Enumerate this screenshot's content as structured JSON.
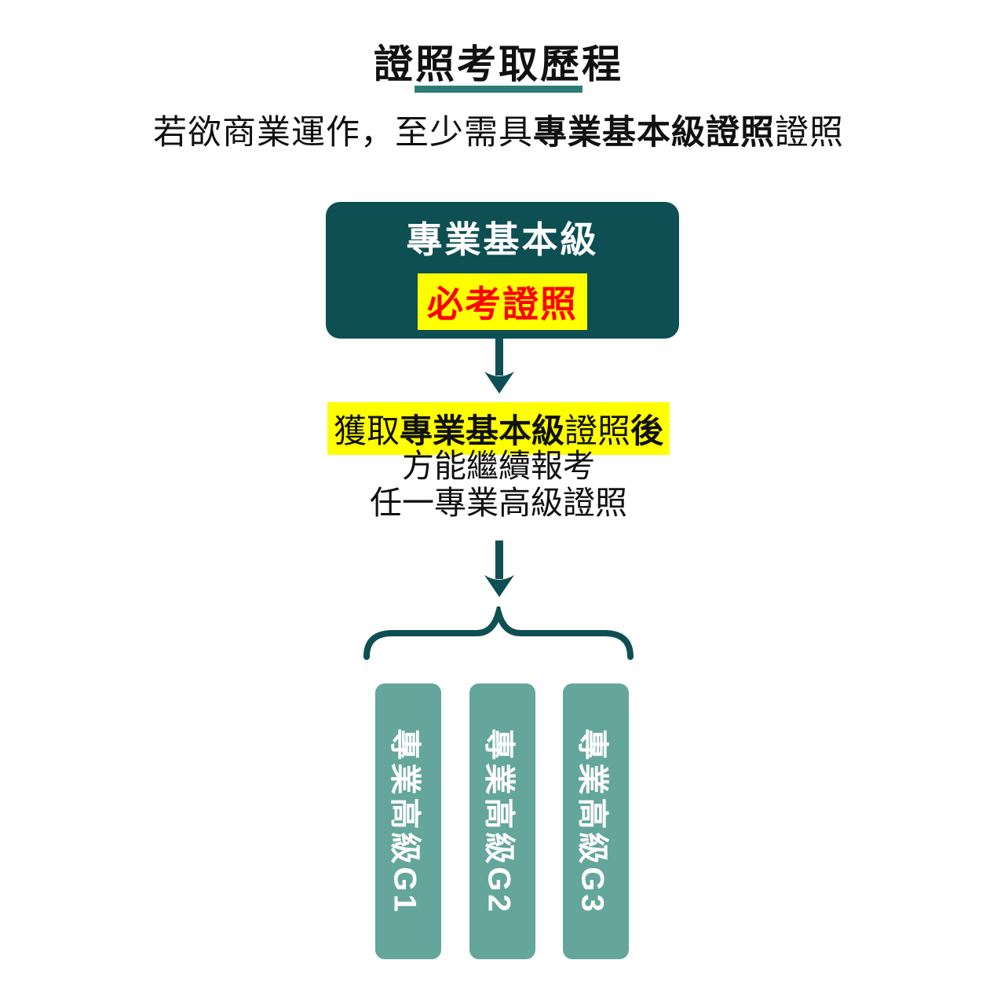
{
  "header": {
    "title": "證照考取歷程",
    "subtitle": {
      "regular_1": "若欲商業運作，至少需具",
      "bold": "專業基本級證照",
      "regular_2": "證照"
    }
  },
  "flowchart": {
    "base_level_box": {
      "title": "專業基本級",
      "badge": "必考證照"
    },
    "condition": {
      "highlight": {
        "regular_1": "獲取",
        "bold_1": "專業基本級",
        "regular_2": "證照",
        "bold_2": "後"
      },
      "line_2": "方能繼續報考",
      "line_3": "任一專業高級證照"
    },
    "branches": [
      {
        "label": "專業高級G1"
      },
      {
        "label": "專業高級G2"
      },
      {
        "label": "專業高級G3"
      }
    ]
  },
  "colors": {
    "dark_teal": "#0D4F52",
    "underline_teal": "#2E7D74",
    "light_teal": "#64A69B",
    "highlight_yellow": "#FFFF00",
    "alert_red": "#FF0000",
    "text_black": "#111111"
  }
}
